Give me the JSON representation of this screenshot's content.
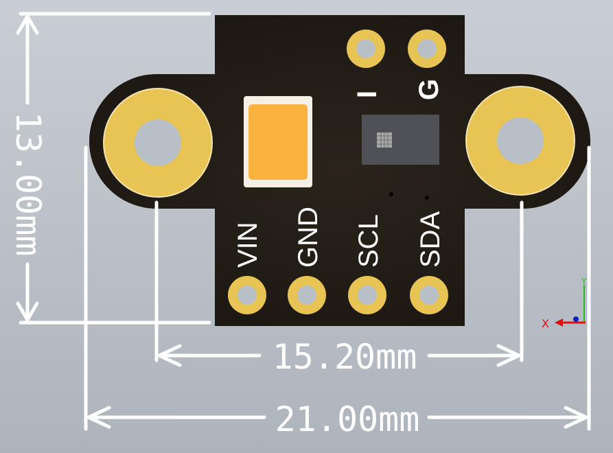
{
  "board": {
    "pins_bottom": [
      "VIN",
      "GND",
      "SCL",
      "SDA"
    ],
    "pins_top": [
      "I",
      "G"
    ]
  },
  "dimensions": {
    "height": "13.00mm",
    "hole_spacing": "15.20mm",
    "total_width": "21.00mm"
  },
  "axis": {
    "x_label": "X",
    "y_label": "Y",
    "x_color": "#e01010",
    "y_color": "#20c020"
  },
  "colors": {
    "pcb": "#1e1a14",
    "pad": "#e8c455",
    "led": "#f9b23e"
  }
}
